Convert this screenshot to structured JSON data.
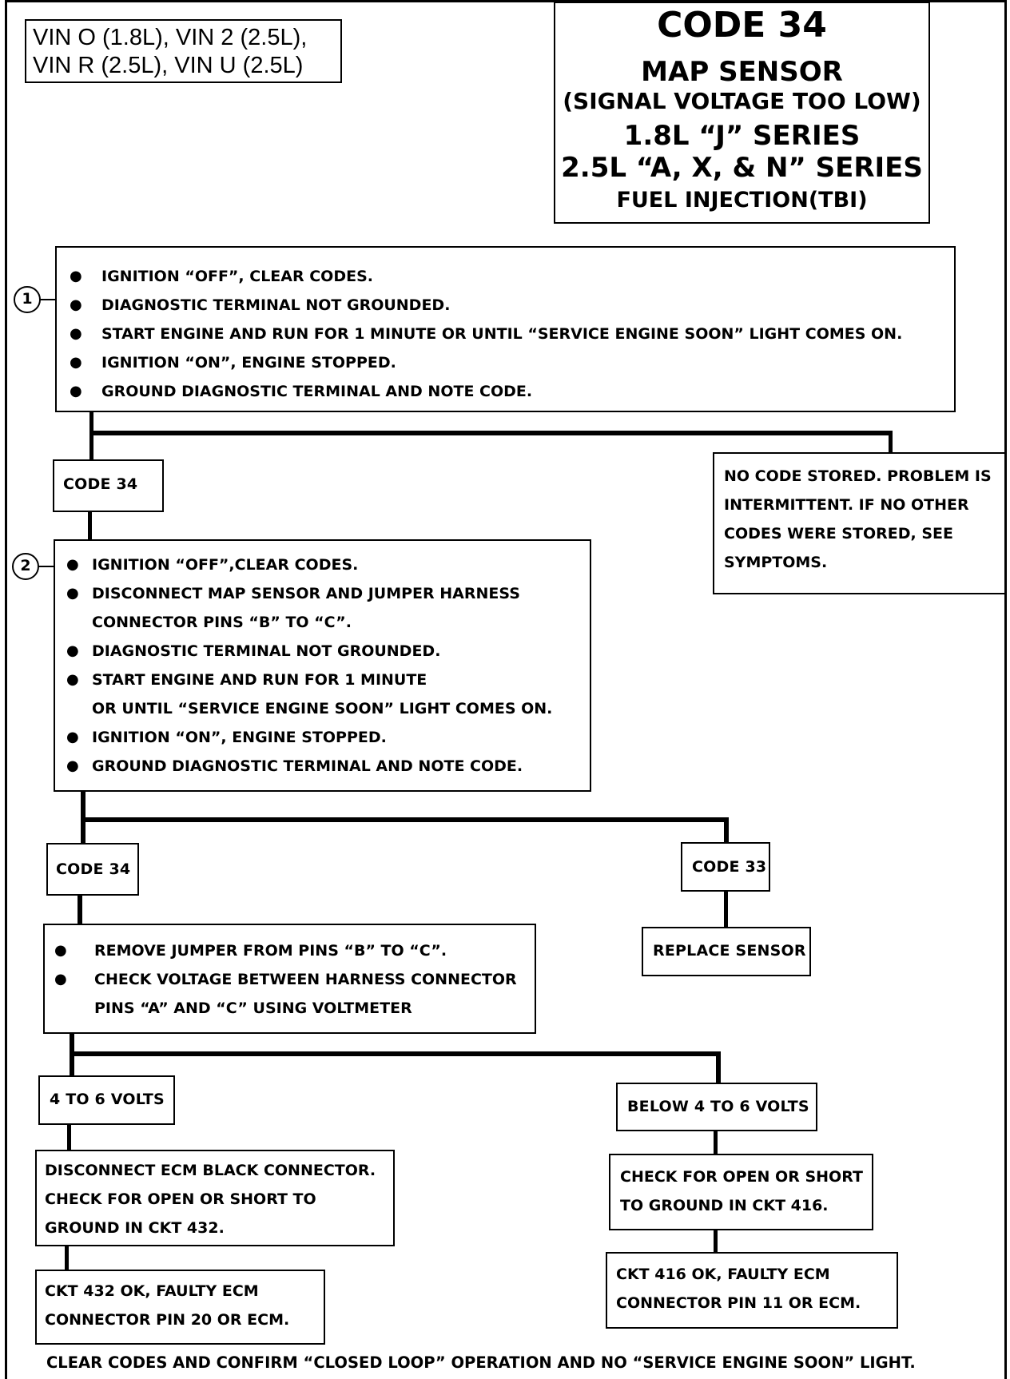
{
  "vin_box": {
    "line1": "VIN O (1.8L), VIN 2 (2.5L),",
    "line2": "VIN R (2.5L), VIN U (2.5L)"
  },
  "title_box": {
    "code": "CODE 34",
    "sensor": "MAP SENSOR",
    "condition": "(SIGNAL VOLTAGE TOO LOW)",
    "series1": "1.8L  “J”  SERIES",
    "series2": "2.5L  “A, X, & N” SERIES",
    "system": "FUEL INJECTION(TBI)"
  },
  "step1": {
    "marker": "1",
    "items": [
      "IGNITION “OFF”, CLEAR CODES.",
      "DIAGNOSTIC TERMINAL NOT GROUNDED.",
      "START  ENGINE AND RUN FOR 1 MINUTE OR UNTIL “SERVICE ENGINE SOON” LIGHT COMES ON.",
      "IGNITION “ON”, ENGINE STOPPED.",
      "GROUND DIAGNOSTIC TERMINAL AND NOTE CODE."
    ]
  },
  "result_code34_a": "CODE 34",
  "no_code": {
    "line1": "NO CODE STORED.  PROBLEM IS",
    "line2": "INTERMITTENT.  IF NO OTHER",
    "line3": "CODES WERE STORED, SEE",
    "line4": "SYMPTOMS."
  },
  "step2": {
    "marker": "2",
    "item1": "IGNITION “OFF”,CLEAR CODES.",
    "item2": "DISCONNECT MAP SENSOR AND JUMPER HARNESS",
    "item2_cont": "CONNECTOR PINS “B” TO “C”.",
    "item3": "DIAGNOSTIC TERMINAL NOT GROUNDED.",
    "item4": "START  ENGINE AND RUN FOR 1 MINUTE",
    "item4_cont": "OR UNTIL “SERVICE ENGINE SOON” LIGHT COMES ON.",
    "item5": "IGNITION “ON”, ENGINE STOPPED.",
    "item6": "GROUND DIAGNOSTIC TERMINAL AND NOTE CODE."
  },
  "result_code34_b": "CODE 34",
  "result_code33": "CODE 33",
  "replace_sensor": "REPLACE SENSOR",
  "step3": {
    "item1": "REMOVE JUMPER FROM PINS “B” TO “C”.",
    "item2": "CHECK VOLTAGE BETWEEN HARNESS CONNECTOR",
    "item2_cont": "PINS “A” AND “C” USING VOLTMETER"
  },
  "volts_ok": "4  TO 6 VOLTS",
  "volts_low": "BELOW 4  TO 6 VOLTS",
  "ecm_black": {
    "line1": "DISCONNECT ECM BLACK  CONNECTOR.",
    "line2": "CHECK FOR OPEN OR SHORT TO",
    "line3": "GROUND IN CKT 432."
  },
  "ckt416_check": {
    "line1": "CHECK FOR OPEN OR SHORT",
    "line2": "TO GROUND IN CKT 416."
  },
  "ckt432_ok": {
    "line1": "CKT 432 OK, FAULTY ECM",
    "line2": "CONNECTOR PIN 20 OR ECM."
  },
  "ckt416_ok": {
    "line1": "CKT 416 OK, FAULTY ECM",
    "line2": "CONNECTOR PIN 11 OR ECM."
  },
  "footer": "CLEAR CODES AND CONFIRM “CLOSED LOOP”  OPERATION AND NO “SERVICE ENGINE SOON” LIGHT."
}
